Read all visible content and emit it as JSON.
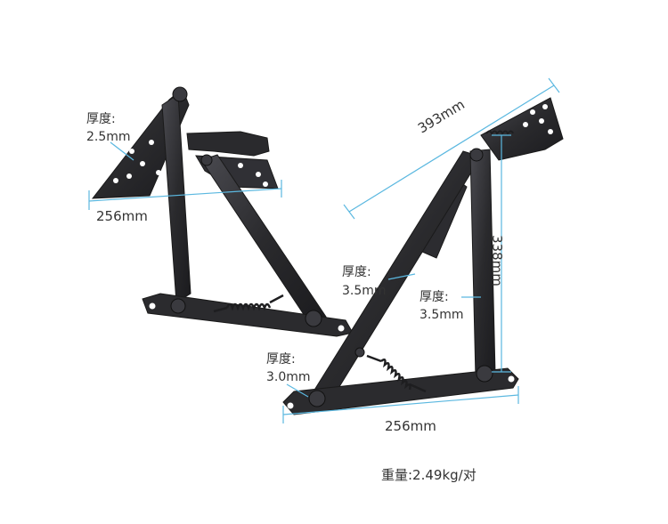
{
  "annotations": {
    "left_thickness_label": "厚度:",
    "left_thickness_value": "2.5mm",
    "left_width": "256mm",
    "diag_length": "393mm",
    "height": "338mm",
    "mid_thickness_label": "厚度:",
    "mid_thickness_value": "3.5mm",
    "right_thickness_label": "厚度:",
    "right_thickness_value": "3.5mm",
    "bottom_thickness_label": "厚度:",
    "bottom_thickness_value": "3.0mm",
    "right_width": "256mm"
  },
  "weight_label": "重量:2.49kg/对",
  "colors": {
    "metal": "#2a2a2d",
    "metal_highlight": "#4a4a50",
    "dimension_line": "#5bb8e0",
    "text": "#333333"
  }
}
